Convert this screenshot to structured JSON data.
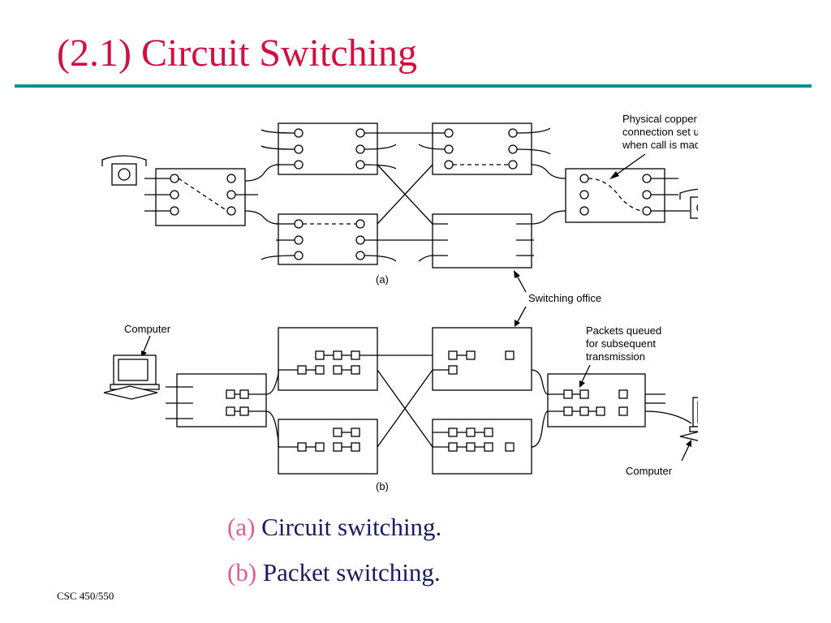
{
  "slide": {
    "title": "(2.1) Circuit Switching",
    "footer": "CSC 450/550"
  },
  "diagram": {
    "annotations": {
      "copper": [
        "Physical copper",
        "connection set up",
        "when call is made"
      ],
      "switching_office": "Switching office",
      "packets_queued": [
        "Packets queued",
        "for subsequent",
        "transmission"
      ],
      "computer_left": "Computer",
      "computer_right": "Computer",
      "label_a": "(a)",
      "label_b": "(b)"
    }
  },
  "captions": [
    {
      "label": "(a)",
      "text": "Circuit switching."
    },
    {
      "label": "(b)",
      "text": "Packet switching."
    }
  ]
}
